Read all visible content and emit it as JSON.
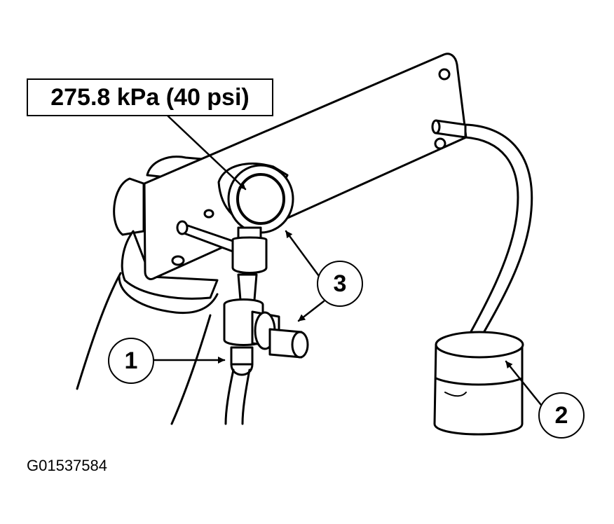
{
  "pressure_label": "275.8 kPa (40 psi)",
  "callouts": [
    "1",
    "2",
    "3"
  ],
  "figure_id": "G01537584",
  "colors": {
    "line": "#000000",
    "background": "#ffffff",
    "fill": "#ffffff"
  }
}
